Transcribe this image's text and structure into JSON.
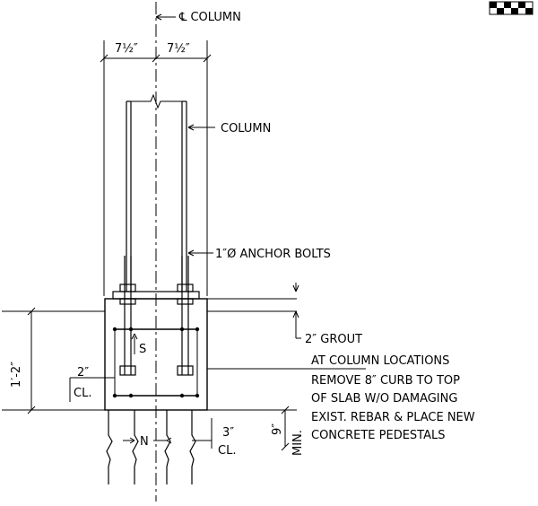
{
  "labels": {
    "column_centerline": "℄ COLUMN",
    "left_half_width": "7½″",
    "right_half_width": "7½″",
    "column": "COLUMN",
    "anchor_bolts": "1″Ø ANCHOR BOLTS",
    "grout": "2″ GROUT",
    "s_spacing": "S",
    "pedestal_height": "1′-2″",
    "left_clear_value": "2″",
    "left_clear_unit": "CL.",
    "pile_spacing": "N",
    "right_clear_value": "3″",
    "right_clear_unit": "CL.",
    "min_depth_value": "9″",
    "min_depth_unit": "MIN.",
    "note_lines": [
      "AT COLUMN LOCATIONS",
      "REMOVE 8″ CURB TO TOP",
      "OF SLAB W/O DAMAGING",
      "EXIST. REBAR & PLACE NEW",
      "CONCRETE PEDESTALS"
    ]
  },
  "colors": {
    "line": "#000000",
    "background": "#ffffff"
  }
}
